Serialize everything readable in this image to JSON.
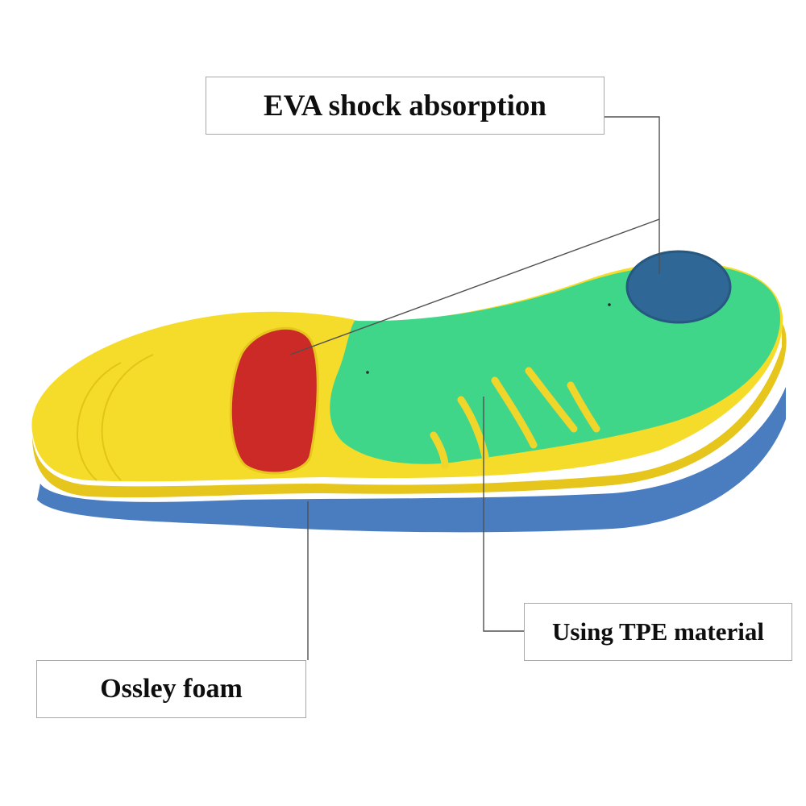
{
  "callouts": {
    "eva": "EVA shock absorption",
    "tpe": "Using TPE material",
    "ossley": "Ossley foam"
  },
  "colors": {
    "background": "#ffffff",
    "insole_top_yellow": "#f5dc2a",
    "insole_edge_yellow": "#e6c51c",
    "arch_green": "#3fd68a",
    "heel_pad_blue": "#2f6796",
    "forefoot_pad_red": "#cc2a26",
    "bottom_foam_blue": "#4a7cc0",
    "leader_line": "#505050",
    "box_border": "#a8a8a8",
    "label_text": "#0e0e0e"
  }
}
